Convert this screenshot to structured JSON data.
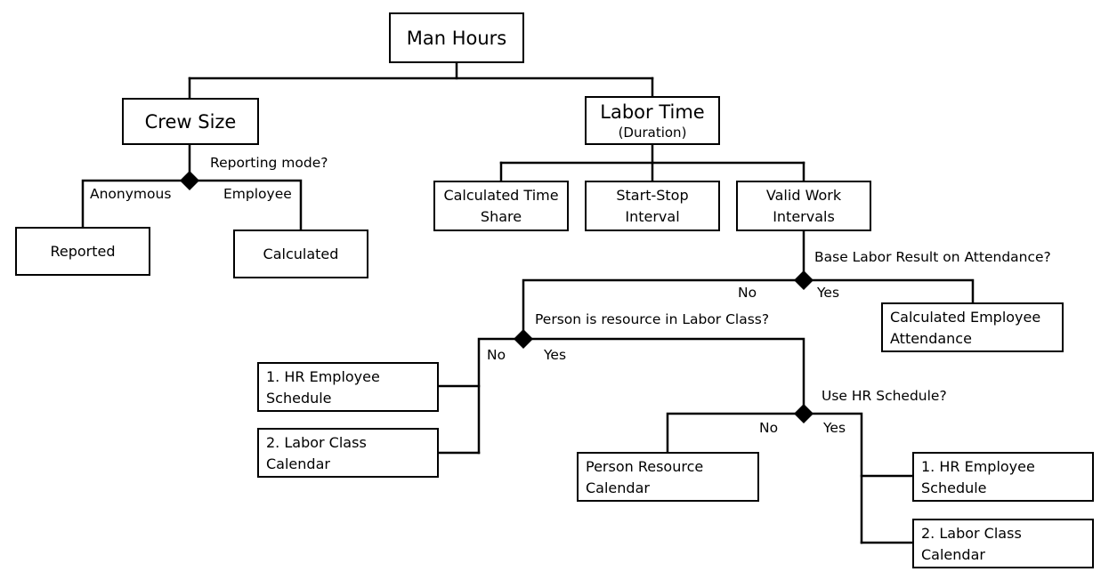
{
  "nodes": {
    "man_hours": "Man Hours",
    "crew_size": "Crew Size",
    "labor_time": "Labor Time",
    "labor_time_sub": "(Duration)",
    "reported": "Reported",
    "calculated": "Calculated",
    "calc_time_share": [
      "Calculated Time",
      "Share"
    ],
    "start_stop": [
      "Start-Stop",
      "Interval"
    ],
    "valid_work": [
      "Valid Work",
      "Intervals"
    ],
    "calc_emp_att": [
      "Calculated Employee",
      "Attendance"
    ],
    "hr_sched_left": [
      "1. HR Employee",
      "Schedule"
    ],
    "labor_cal_left": [
      "2. Labor Class",
      "Calendar"
    ],
    "person_res_cal": [
      "Person Resource",
      "Calendar"
    ],
    "hr_sched_right": [
      "1. HR Employee",
      "Schedule"
    ],
    "labor_cal_right": [
      "2. Labor Class",
      "Calendar"
    ]
  },
  "labels": {
    "reporting_mode": "Reporting mode?",
    "anonymous": "Anonymous",
    "employee": "Employee",
    "base_labor": "Base Labor Result on Attendance?",
    "no_1": "No",
    "yes_1": "Yes",
    "person_is_resource": "Person is resource in Labor Class?",
    "no_2": "No",
    "yes_2": "Yes",
    "use_hr": "Use HR Schedule?",
    "no_3": "No",
    "yes_3": "Yes"
  }
}
